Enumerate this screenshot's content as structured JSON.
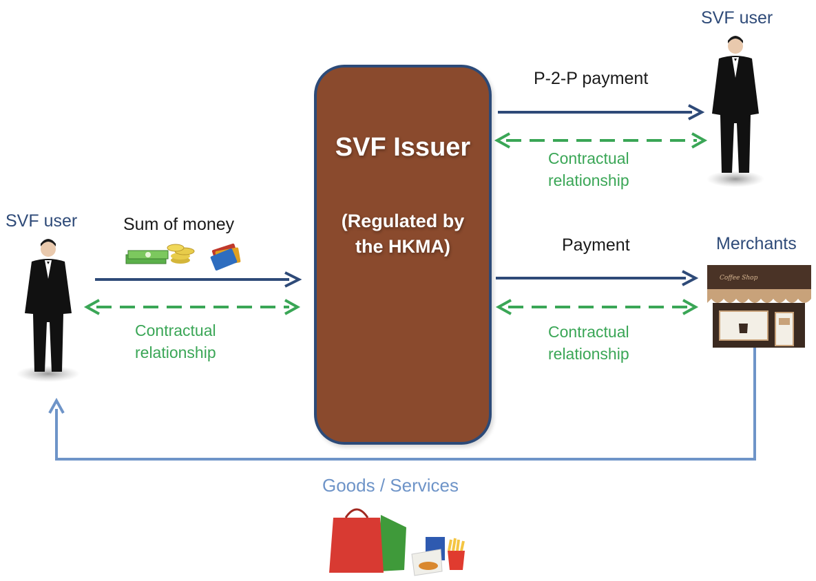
{
  "issuer": {
    "title": "SVF Issuer",
    "subtitle": "(Regulated by\nthe HKMA)"
  },
  "left_user": {
    "label": "SVF user"
  },
  "top_right_user": {
    "label": "SVF user"
  },
  "merchants": {
    "label": "Merchants",
    "shop_sign": "Coffee Shop"
  },
  "flows": {
    "sum_of_money": "Sum of money",
    "p2p_payment": "P-2-P payment",
    "payment": "Payment",
    "contractual_1": "Contractual\nrelationship",
    "contractual_2": "Contractual\nrelationship",
    "contractual_3": "Contractual\nrelationship",
    "goods_services": "Goods / Services"
  },
  "colors": {
    "issuer_fill": "#8a4a2d",
    "issuer_border": "#2c4a78",
    "arrow_dark_blue": "#2e4a78",
    "arrow_green_dashed": "#3aa656",
    "arrow_light_blue": "#6e94c8"
  },
  "icons": [
    "man-in-suit-icon",
    "cash-and-coins-icon",
    "credit-cards-icon",
    "coffee-shop-icon",
    "shopping-bags-icon",
    "fast-food-icon"
  ]
}
